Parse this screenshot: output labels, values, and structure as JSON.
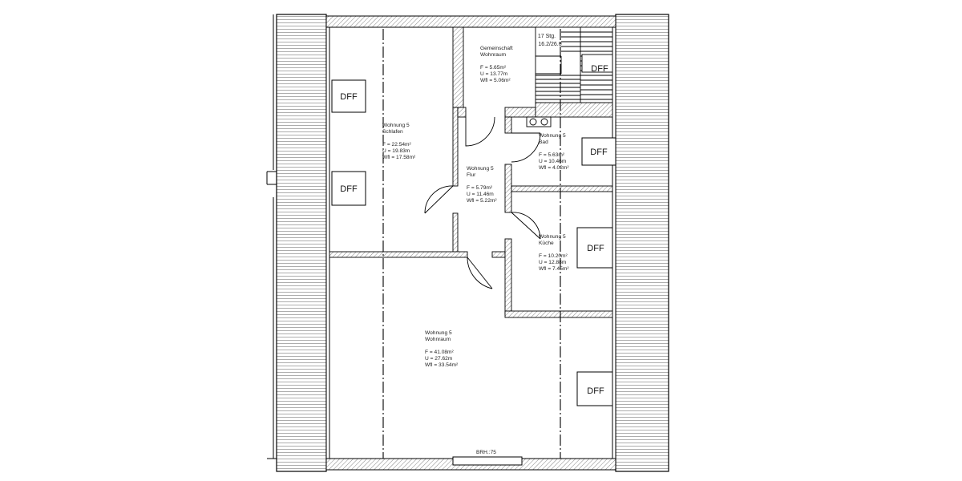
{
  "rooms": {
    "gemeinschaft": {
      "name1": "Gemeinschaft",
      "name2": "Wohnraum",
      "f": "F = 5.65m²",
      "u": "U = 13.77m",
      "wfl": "Wfl = 5.06m²"
    },
    "schlafen": {
      "name1": "Wohnung 5",
      "name2": "Schlafen",
      "f": "F = 22.54m²",
      "u": "U = 19.83m",
      "wfl": "Wfl = 17.58m²"
    },
    "flur": {
      "name1": "Wohnung 5",
      "name2": "Flur",
      "f": "F = 5.79m²",
      "u": "U = 11.46m",
      "wfl": "Wfl = 5.22m²"
    },
    "bad": {
      "name1": "Wohnung 5",
      "name2": "Bad",
      "f": "F = 5.63m²",
      "u": "U = 10.46m",
      "wfl": "Wfl = 4.02m²"
    },
    "kueche": {
      "name1": "Wohnung 5",
      "name2": "Küche",
      "f": "F = 10.20m²",
      "u": "U = 12.88m",
      "wfl": "Wfl = 7.45m²"
    },
    "wohnraum": {
      "name1": "Wohnung 5",
      "name2": "Wohnraum",
      "f": "F = 41.08m²",
      "u": "U = 27.62m",
      "wfl": "Wfl = 33.54m²"
    }
  },
  "dff_label": "DFF",
  "stairs": {
    "line1": "17 Stg.",
    "line2": "16.2/26.0"
  },
  "window_label": "BRH.:75"
}
